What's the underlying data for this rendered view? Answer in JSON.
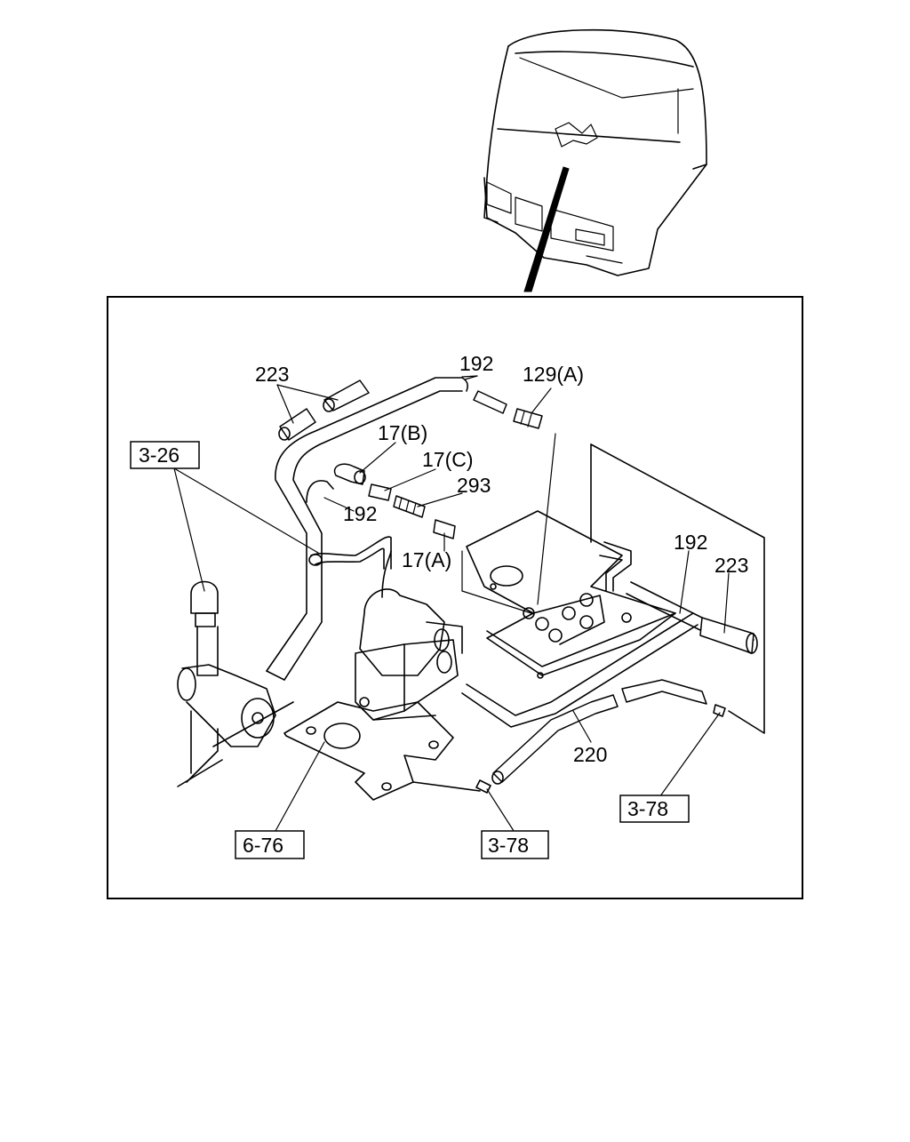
{
  "diagram": {
    "callouts": {
      "c192_top": "192",
      "c223_left": "223",
      "c129A": "129(A)",
      "c17B": "17(B)",
      "c17C": "17(C)",
      "c293": "293",
      "c192_mid": "192",
      "c17A": "17(A)",
      "c192_right": "192",
      "c223_right": "223",
      "c220": "220"
    },
    "references": {
      "ref_3_26": "3-26",
      "ref_6_76": "6-76",
      "ref_3_78_center": "3-78",
      "ref_3_78_right": "3-78"
    }
  }
}
